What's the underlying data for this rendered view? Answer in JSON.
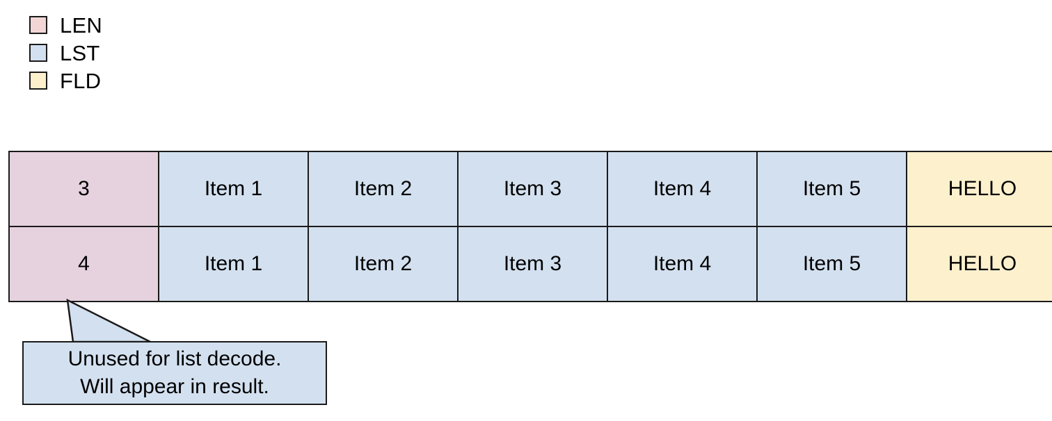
{
  "colors": {
    "len_fill": "#e6d2de",
    "lst_fill": "#d3e0ef",
    "fld_fill": "#fcf0cd",
    "len_legend_fill": "#f2d6d6",
    "lst_legend_fill": "#d3e0ef",
    "fld_legend_fill": "#fcf0cd",
    "stroke": "#1a1a1a",
    "background": "#ffffff",
    "text": "#000000"
  },
  "legend": {
    "items": [
      {
        "label": "LEN",
        "swatch_name": "legend-swatch-len",
        "color": "#f2d6d6"
      },
      {
        "label": "LST",
        "swatch_name": "legend-swatch-lst",
        "color": "#d3e0ef"
      },
      {
        "label": "FLD",
        "swatch_name": "legend-swatch-fld",
        "color": "#fcf0cd"
      }
    ]
  },
  "table": {
    "columns": [
      {
        "kind": "LEN"
      },
      {
        "kind": "LST"
      },
      {
        "kind": "LST"
      },
      {
        "kind": "LST"
      },
      {
        "kind": "LST"
      },
      {
        "kind": "LST"
      },
      {
        "kind": "FLD"
      }
    ],
    "rows": [
      {
        "cells": [
          {
            "text": "3",
            "kind": "LEN"
          },
          {
            "text": "Item 1",
            "kind": "LST"
          },
          {
            "text": "Item 2",
            "kind": "LST"
          },
          {
            "text": "Item 3",
            "kind": "LST"
          },
          {
            "text": "Item 4",
            "kind": "LST"
          },
          {
            "text": "Item 5",
            "kind": "LST"
          },
          {
            "text": "HELLO",
            "kind": "FLD"
          }
        ]
      },
      {
        "cells": [
          {
            "text": "4",
            "kind": "LEN"
          },
          {
            "text": "Item 1",
            "kind": "LST"
          },
          {
            "text": "Item 2",
            "kind": "LST"
          },
          {
            "text": "Item 3",
            "kind": "LST"
          },
          {
            "text": "Item 4",
            "kind": "LST"
          },
          {
            "text": "Item 5",
            "kind": "LST"
          },
          {
            "text": "HELLO",
            "kind": "FLD"
          }
        ]
      }
    ]
  },
  "callout": {
    "line1": "Unused for list decode.",
    "line2": "Will appear in result.",
    "fill": "#d3e0ef",
    "points_to": "row-2-len-cell"
  }
}
